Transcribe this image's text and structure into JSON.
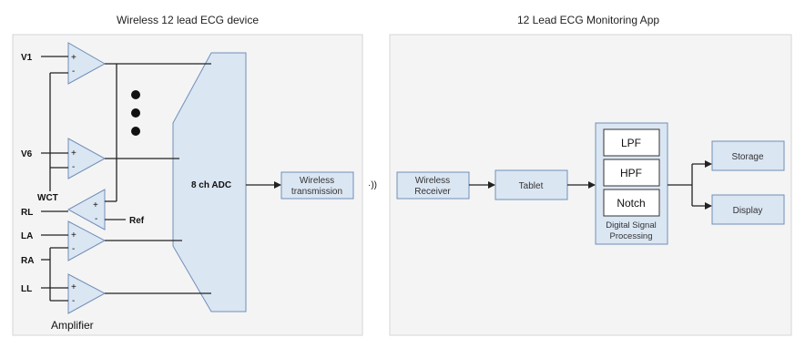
{
  "left_panel": {
    "title": "Wireless 12 lead ECG device"
  },
  "right_panel": {
    "title": "12 Lead ECG Monitoring App"
  },
  "device": {
    "inputs": {
      "v1": "V1",
      "v6": "V6",
      "rl": "RL",
      "la": "LA",
      "ra": "RA",
      "ll": "LL"
    },
    "wct_label": "WCT",
    "ref_label": "Ref",
    "plus": "+",
    "minus": "-",
    "adc_label": "8 ch ADC",
    "amplifier_label": "Amplifier",
    "wireless_tx": [
      "Wireless",
      "transmission"
    ]
  },
  "wireless_icon": "·))",
  "app": {
    "receiver": [
      "Wireless",
      "Receiver"
    ],
    "tablet": "Tablet",
    "filters": [
      "LPF",
      "HPF",
      "Notch"
    ],
    "dsp_label": [
      "Digital Signal",
      "Processing"
    ],
    "storage": "Storage",
    "display": "Display"
  }
}
